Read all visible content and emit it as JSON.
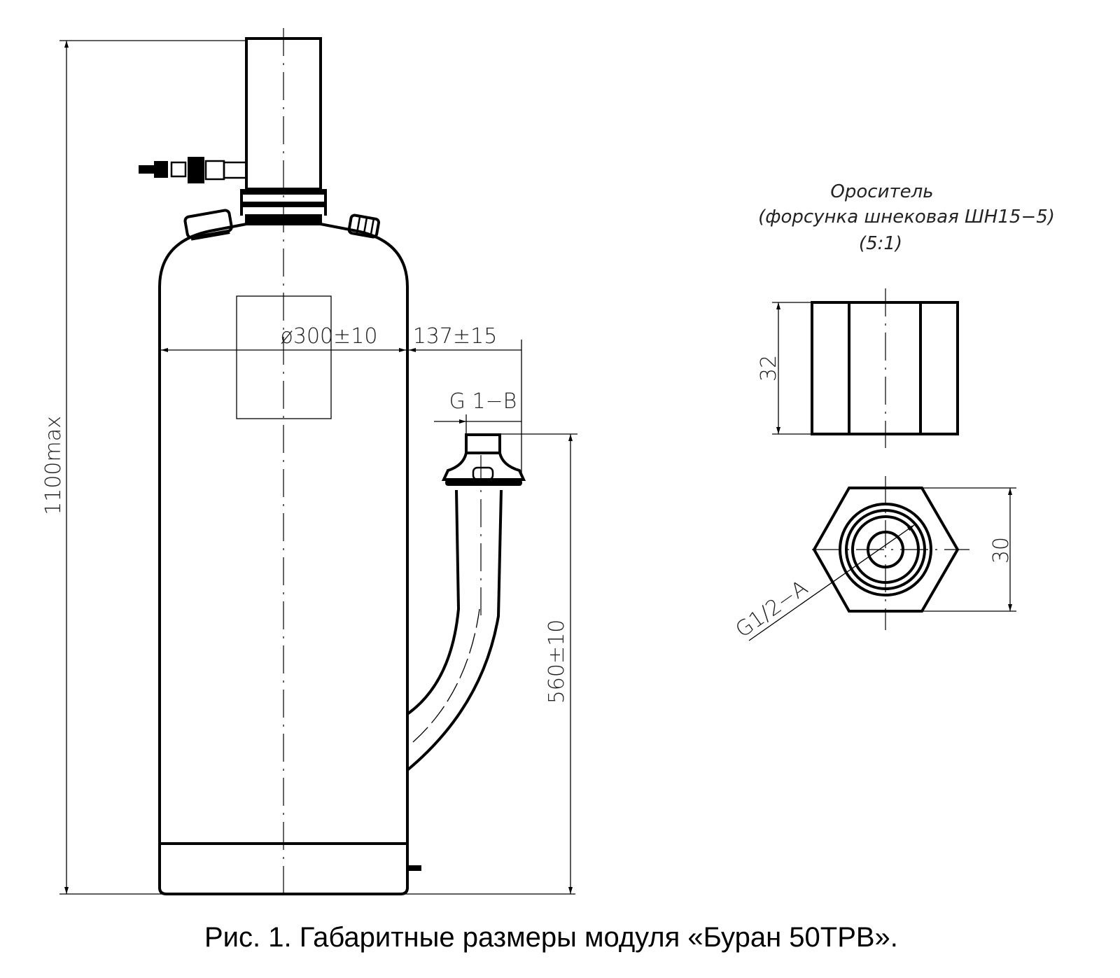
{
  "dimensions": {
    "diameter": "ø300±10",
    "offset": "137±15",
    "thread_outlet": "G 1−B",
    "height_max": "1100max",
    "outlet_height": "560±10",
    "nozzle_height": "32",
    "nozzle_width": "30",
    "nozzle_thread": "G1/2−A"
  },
  "nozzle_note": {
    "title": "Ороситель",
    "subtitle": "(форсунка шнековая ШН15−5)",
    "scale": "(5:1)"
  },
  "caption": "Рис. 1. Габаритные размеры модуля «Буран 50ТРВ»."
}
